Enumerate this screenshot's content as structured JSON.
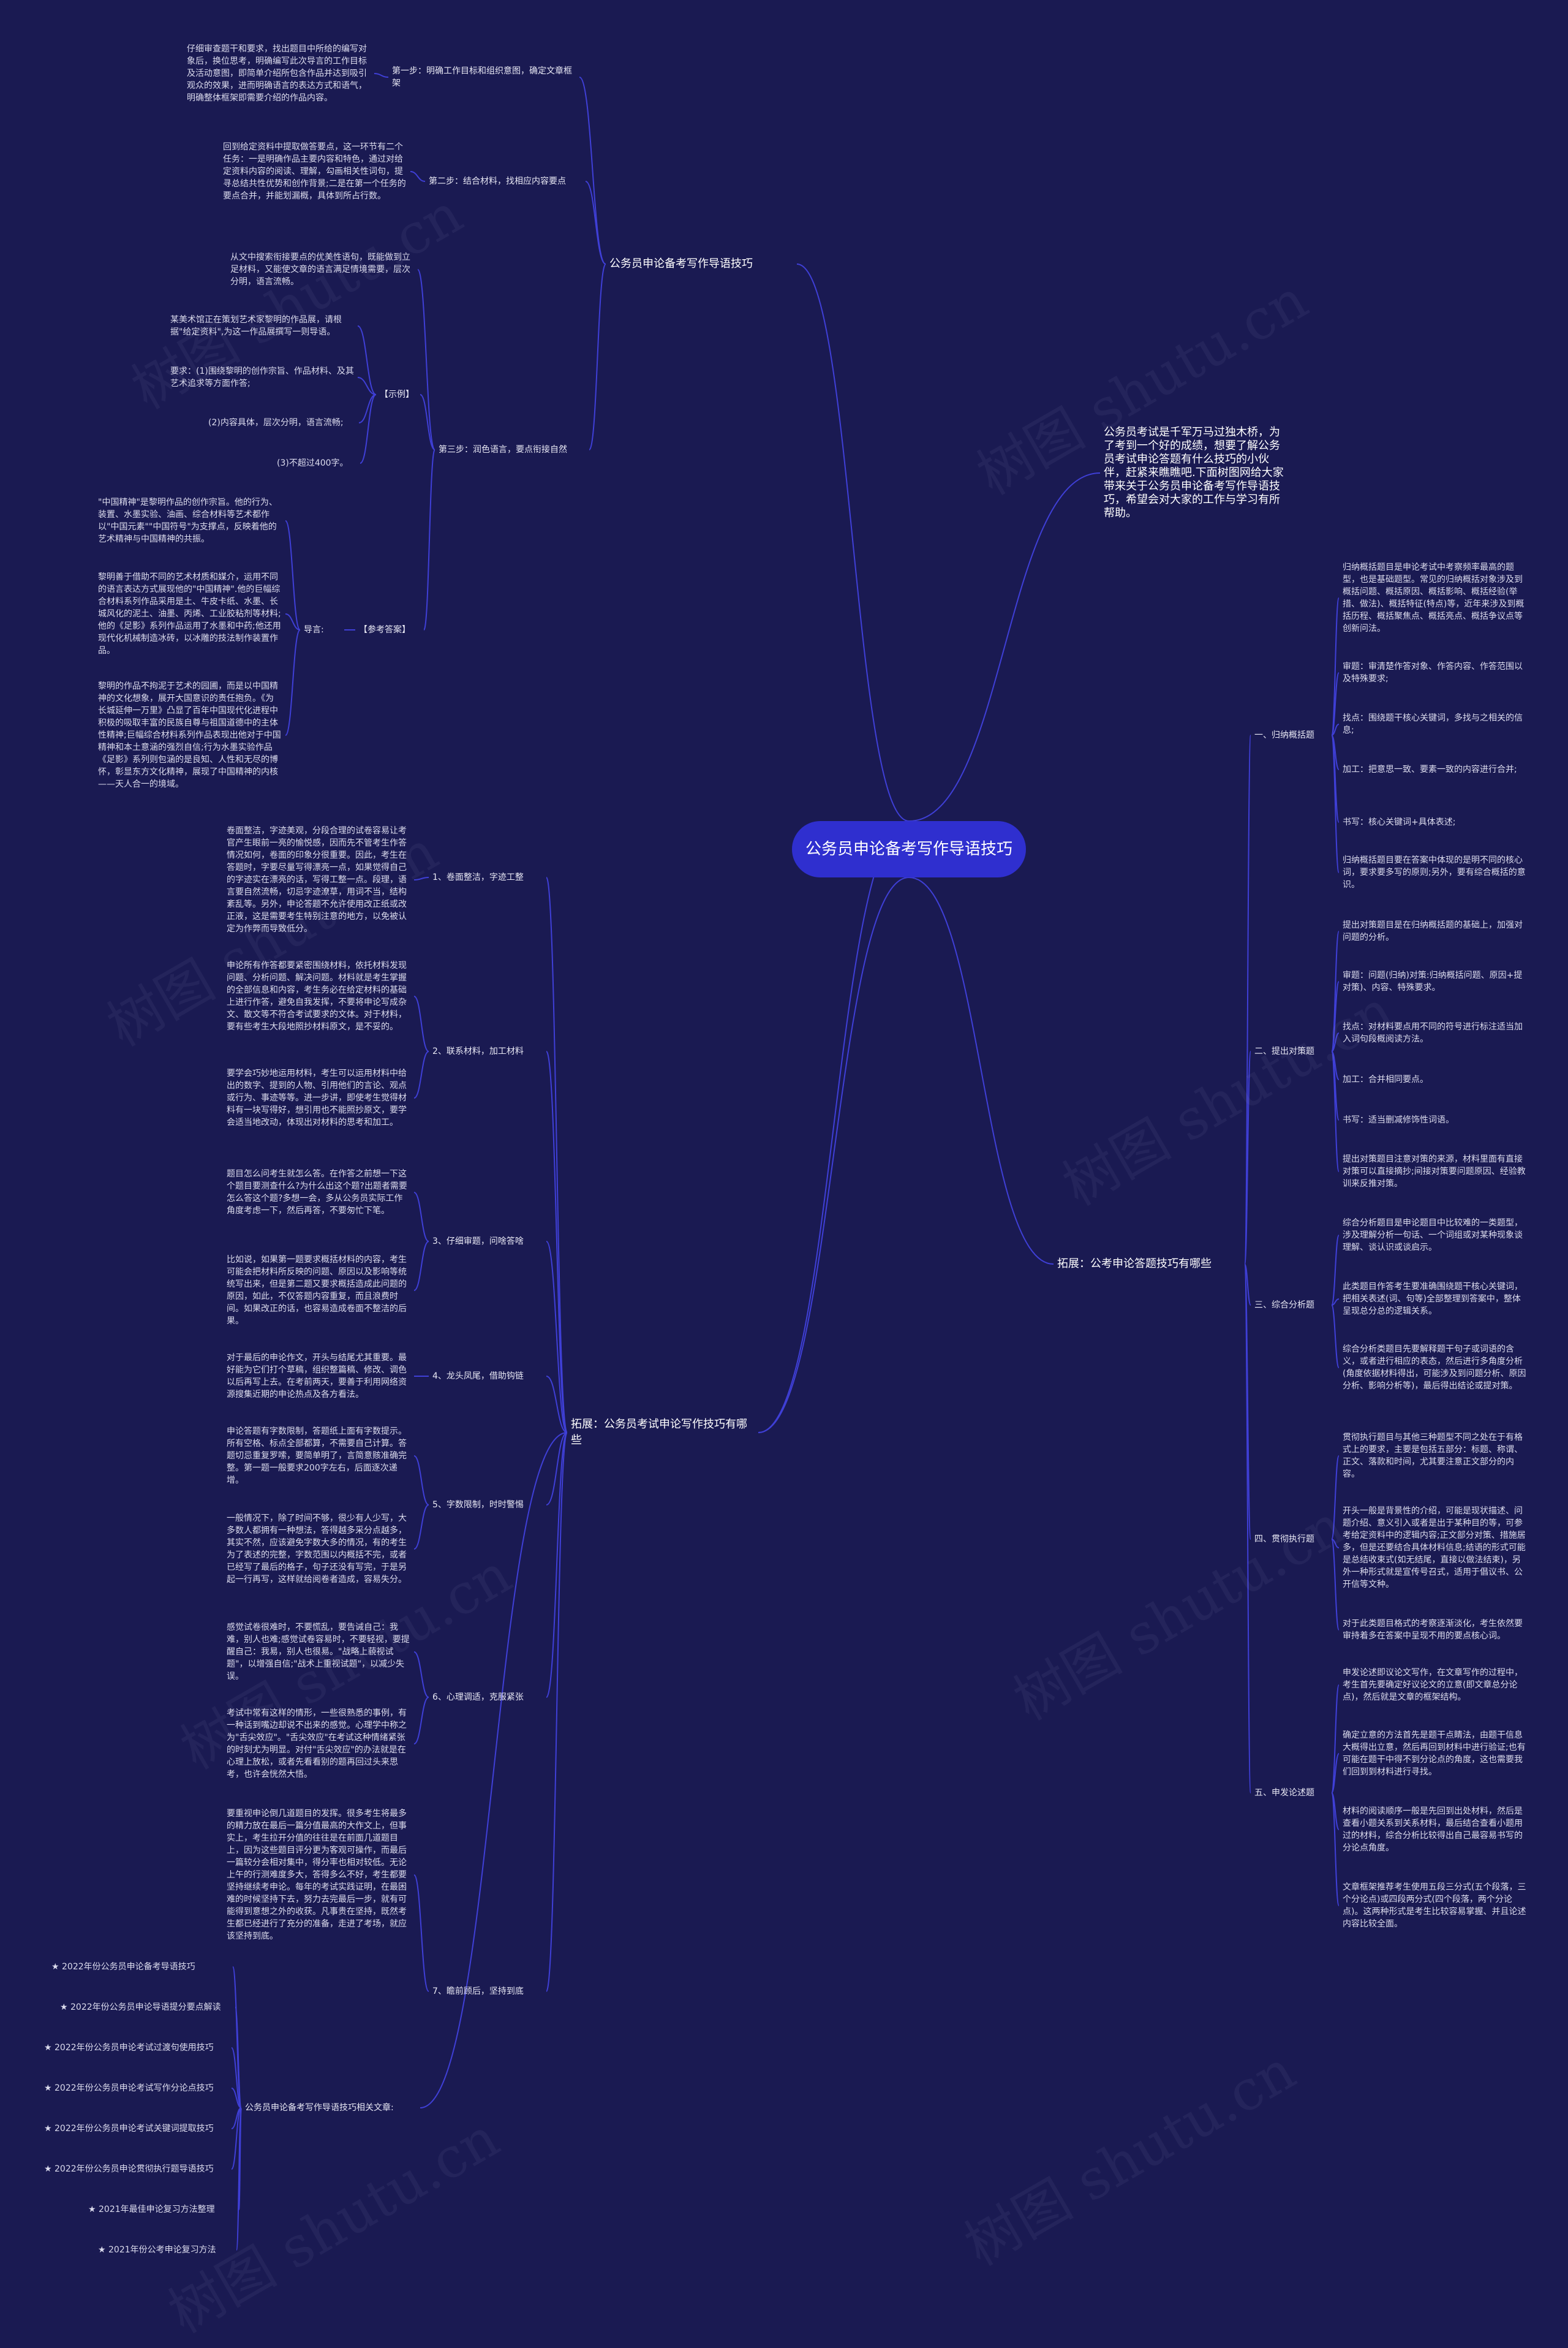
{
  "colors": {
    "background": "#1a1a52",
    "root_fill": "#2f2fcf",
    "link": "#3f3fd6",
    "text": "#e8e8f4"
  },
  "watermark": "树图 shutu.cn",
  "root": "公务员申论备考写作导语技巧",
  "intro": "公务员考试是千军万马过独木桥，为了考到一个好的成绩，想要了解公务员考试申论答题有什么技巧的小伙伴，赶紧来瞧瞧吧.下面树图网给大家带来关于公务员申论备考写作导语技巧，希望会对大家的工作与学习有所帮助。",
  "left": {
    "b1": {
      "label": "公务员申论备考写作导语技巧",
      "s1": {
        "label": "第一步：明确工作目标和组织意图，确定文章框架",
        "text": "仔细审查题干和要求，找出题目中所给的编写对象后，换位思考，明确编写此次导言的工作目标及活动意图，即简单介绍所包含作品并达到吸引观众的效果，进而明确语言的表达方式和语气，明确整体框架即需要介绍的作品内容。"
      },
      "s2": {
        "label": "第二步：结合材料，找相应内容要点",
        "text": "回到给定资料中提取做答要点，这一环节有二个任务：一是明确作品主要内容和特色，通过对给定资料内容的阅读、理解，勾画相关性词句，提寻总结共性优势和创作背景;二是在第一个任务的要点合并，并能划漏概，具体到所占行数。"
      },
      "s3": {
        "label": "第三步：润色语言，要点衔接自然",
        "text": "从文中搜索衔接要点的优美性语句，既能做到立足材料，又能使文章的语言满足情境需要，层次分明，语言流畅。",
        "example_label": "【示例】",
        "examples": [
          "某美术馆正在策划艺术家黎明的作品展，请根据\"给定资料\",为这一作品展撰写一则导语。",
          "要求：(1)围绕黎明的创作宗旨、作品材料、及其艺术追求等方面作答;",
          "(2)内容具体，层次分明，语言流畅;",
          "(3)不超过400字。"
        ],
        "answer_label": "【参考答案】",
        "guide_label": "导言:",
        "answers": [
          "\"中国精神\"是黎明作品的创作宗旨。他的行为、装置、水墨实验、油画、综合材料等艺术都作以\"中国元素\"\"中国符号\"为支撑点，反映着他的艺术精神与中国精神的共振。",
          "黎明善于借助不同的艺术材质和媒介，运用不同的语言表达方式展现他的\"中国精神\".他的巨幅综合材料系列作品采用是土、牛皮卡纸、水墨、长城风化的泥土、油墨、丙烯、工业胶粘剂等材料;他的《足影》系列作品运用了水墨和中药;他还用现代化机械制造冰砖，以冰雕的技法制作装置作品。",
          "黎明的作品不拘泥于艺术的园圃，而是以中国精神的文化想象，展开大国意识的责任抱负。《为长城延伸一万里》凸显了百年中国现代化进程中积极的吸取丰富的民族自尊与祖国道德中的主体性精神;巨幅综合材料系列作品表现出他对于中国精神和本土意涵的强烈自信;行为水墨实验作品《足影》系列则包涵的是良知、人性和无尽的博怀，彰显东方文化精神，展现了中国精神的内核——天人合一的境域。"
        ]
      }
    },
    "b2": {
      "label": "拓展：公务员考试申论写作技巧有哪些",
      "tips": [
        {
          "label": "1、卷面整洁，字迹工整",
          "texts": [
            "卷面整洁，字迹美观，分段合理的试卷容易让考官产生眼前一亮的愉悦感，因而先不管考生作答情况如何，卷面的印象分很重要。因此，考生在答题时，字要尽量写得漂亮一点，如果觉得自己的字迹实在漂亮的话，写得工整一点。段理，语言要自然流畅，切忌字迹潦草，用词不当，结构紊乱等。另外，申论答题不允许使用改正纸或改正液，这是需要考生特别注意的地方，以免被认定为作弊而导致低分。"
          ]
        },
        {
          "label": "2、联系材料，加工材料",
          "texts": [
            "申论所有作答都要紧密围绕材料，依托材料发现问题、分析问题、解决问题。材料就是考生掌握的全部信息和内容，考生务必在给定材料的基础上进行作答，避免自我发挥，不要将申论写成杂文、散文等不符合考试要求的文体。对于材料，要有些考生大段地照抄材料原文，是不妥的。",
            "要学会巧妙地运用材料，考生可以运用材料中给出的数字、提到的人物、引用他们的言论、观点或行为、事迹等等。进一步讲，即使考生觉得材料有一块写得好，想引用也不能照抄原文，要学会适当地改动，体现出对材料的思考和加工。"
          ]
        },
        {
          "label": "3、仔细审题，问啥答啥",
          "texts": [
            "题目怎么问考生就怎么答。在作答之前想一下这个题目要测查什么?为什么出这个题?出题者需要怎么答这个题?多想一会，多从公务员实际工作角度考虑一下，然后再答，不要匆忙下笔。",
            "比如说，如果第一题要求概括材料的内容，考生可能会把材料所反映的问题、原因以及影响等统统写出来，但是第二题又要求概括造成此问题的原因，如此，不仅答题内容重复，而且浪费时间。如果改正的话，也容易造成卷面不整洁的后果。"
          ]
        },
        {
          "label": "4、龙头凤尾，借助钩链",
          "texts": [
            "对于最后的申论作文，开头与结尾尤其重要。最好能为它们打个草稿，组织整篇稿、修改、调色以后再写上去。在考前两天，要善于利用网络资源搜集近期的申论热点及各方看法。"
          ]
        },
        {
          "label": "5、字数限制，时时警惕",
          "texts": [
            "申论答题有字数限制，答题纸上面有字数提示。所有空格、标点全部都算，不需要自己计算。答题切忌重复罗嗦，要简单明了，言简意赅准确完整。第一题一般要求200字左右，后面逐次递增。",
            "一般情况下，除了时间不够，很少有人少写，大多数人都拥有一种想法，答得越多采分点越多，其实不然，应该避免字数大多的情况，有的考生为了表述的完整，字数范围以内概括不完，或者已经写了最后的格子，句子还没有写完，于是另起一行再写，这样就给阅卷者造成，容易失分。"
          ]
        },
        {
          "label": "6、心理调适，克服紧张",
          "texts": [
            "感觉试卷很难时，不要慌乱，要告诫自己：我难，别人也难;感觉试卷容易时，不要轻视，要提醒自己：我易，别人也很易。\"战略上藐视试题\"，以增强自信;\"战术上重视试题\"，以减少失误。",
            "考试中常有这样的情形，一些很熟悉的事例，有一种话到嘴边却说不出来的感觉。心理学中称之为\"舌尖效应\"。\"舌尖效应\"在考试这种情绪紧张的时刻尤为明显。对付\"舌尖效应\"的办法就是在心理上放松，或者先看看别的题再回过头来思考，也许会恍然大悟。"
          ]
        },
        {
          "label": "7、瞻前顾后，坚持到底",
          "texts": [
            "要重视申论倒几道题目的发挥。很多考生将最多的精力放在最后一篇分值最高的大作文上，但事实上，考生拉开分值的往往是在前面几道题目上，因为这些题目评分更为客观可操作，而最后一篇较分会相对集中，得分率也相对较低。无论上午的行测难度多大，答得多么不好，考生都要坚持继续考申论。每年的考试实践证明，在最困难的时候坚持下去，努力去完最后一步，就有可能得到意想之外的收获。凡事贵在坚持，既然考生都已经进行了充分的准备，走进了考场，就应该坚持到底。"
          ]
        }
      ],
      "related_label": "公务员申论备考写作导语技巧相关文章:",
      "related": [
        "★ 2022年份公务员申论备考导语技巧",
        "★ 2022年份公务员申论导语提分要点解读",
        "★ 2022年份公务员申论考试过渡句使用技巧",
        "★ 2022年份公务员申论考试写作分论点技巧",
        "★ 2022年份公务员申论考试关键词提取技巧",
        "★ 2022年份公务员申论贯彻执行题导语技巧",
        "★ 2021年最佳申论复习方法整理",
        "★ 2021年份公考申论复习方法"
      ]
    }
  },
  "right": {
    "b3": {
      "label": "拓展：公考申论答题技巧有哪些",
      "types": [
        {
          "label": "一、归纳概括题",
          "items": [
            "归纳概括题目是申论考试中考察频率最高的题型，也是基础题型。常见的归纳概括对象涉及到概括问题、概括原因、概括影响、概括经验(举措、做法)、概括特征(特点)等，近年来涉及到概括历程、概括聚焦点、概括亮点、概括争议点等创新问法。",
            "审题：审清楚作答对象、作答内容、作答范围以及特殊要求;",
            "找点：围绕题干核心关键词，多找与之相关的信息;",
            "加工：把意思一致、要素一致的内容进行合并;",
            "书写：核心关键词+具体表述;",
            "归纳概括题目要在答案中体现的是明不同的核心词，要求要多写的原则;另外，要有综合概括的意识。"
          ]
        },
        {
          "label": "二、提出对策题",
          "items": [
            "提出对策题目是在归纳概括题的基础上，加强对问题的分析。",
            "审题：问题(归纳)对策:归纳概括问题、原因+提对策)、内容、特殊要求。",
            "找点：对材料要点用不同的符号进行标注适当加入词句段概阅读方法。",
            "加工：合并相同要点。",
            "书写：适当删减修饰性词语。",
            "提出对策题目注意对策的来源，材料里面有直接对策可以直接摘抄;间接对策要问题原因、经验教训来反推对策。"
          ]
        },
        {
          "label": "三、综合分析题",
          "items": [
            "综合分析题目是申论题目中比较难的一类题型，涉及理解分析一句话、一个词组或对某种现象谈理解、谈认识或谈启示。",
            "此类题目作答考生要准确围绕题干核心关键词，把相关表述(词、句等)全部整理到答案中，整体呈现总分总的逻辑关系。",
            "综合分析类题目先要解释题干句子或词语的含义，或者进行相应的表态，然后进行多角度分析(角度依据材料得出，可能涉及到问题分析、原因分析、影响分析等)，最后得出结论或提对策。"
          ]
        },
        {
          "label": "四、贯彻执行题",
          "items": [
            "贯彻执行题目与其他三种题型不同之处在于有格式上的要求，主要是包括五部分：标题、称谓、正文、落款和时间，尤其要注意正文部分的内容。",
            "开头一般是背景性的介绍，可能是现状描述、问题介绍、意义引入或者是出于某种目的等，可参考给定资料中的逻辑内容;正文部分对策、措施居多，但是还要结合具体材料信息;结语的形式可能是总结收束式(如无结尾，直接以做法结束)，另外一种形式就是宣传号召式，适用于倡议书、公开信等文种。",
            "对于此类题目格式的考察逐渐淡化，考生依然要审持着多在答案中呈现不用的要点核心词。"
          ]
        },
        {
          "label": "五、申发论述题",
          "items": [
            "申发论述即议论文写作，在文章写作的过程中，考生首先要确定好议论文的立意(即文章总分论点)，然后就是文章的框架结构。",
            "确定立意的方法首先是题干点睛法，由题干信息大概得出立意，然后再回到材料中进行验证;也有可能在题干中得不到分论点的角度，这也需要我们回到到材料进行寻找。",
            "材料的阅读顺序一般是先回到出处材料，然后是查看小题关系到关系材料，最后结合查看小题用过的材料，综合分析比较得出自己最容易书写的分论点角度。",
            "文章框架推荐考生使用五段三分式(五个段落，三个分论点)或四段两分式(四个段落，两个分论点)。这两种形式是考生比较容易掌握、并且论述内容比较全面。"
          ]
        }
      ]
    }
  }
}
